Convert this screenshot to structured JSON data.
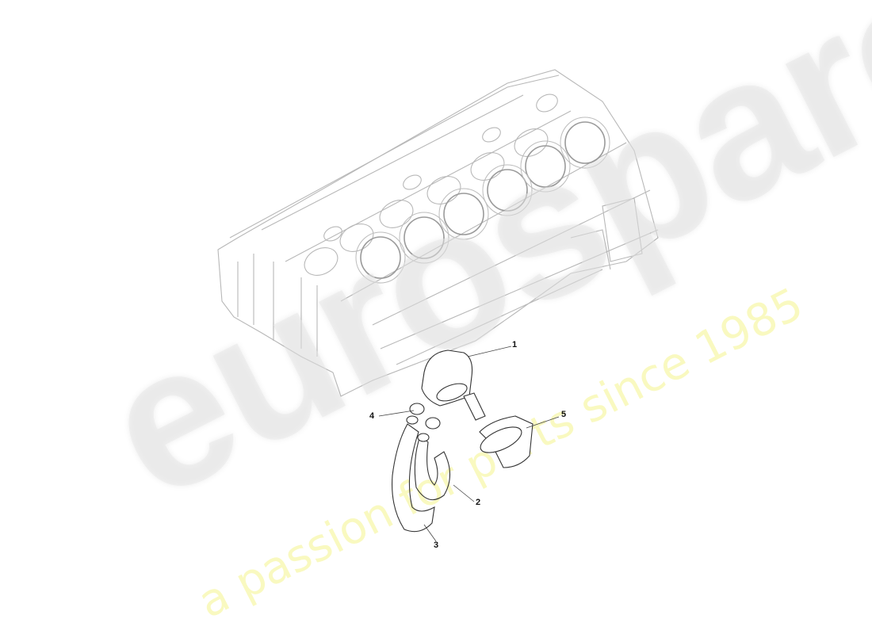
{
  "diagram": {
    "type": "exploded parts diagram",
    "subject": "Engine cylinder block with oil filter adaptor, hoses and filter",
    "line_color": "#b8b8b8",
    "part_line_color": "#333333"
  },
  "callouts": [
    {
      "number": "1",
      "part": "oil-filter-adaptor / oil cooler housing"
    },
    {
      "number": "2",
      "part": "hose (inner)"
    },
    {
      "number": "3",
      "part": "hose (outer)"
    },
    {
      "number": "4",
      "part": "hose clip"
    },
    {
      "number": "5",
      "part": "oil filter"
    }
  ],
  "watermark": {
    "brand": "eurospares",
    "tagline": "a passion for parts since 1985",
    "brand_color": "#e8e8e8",
    "tagline_color": "#f5f596"
  }
}
